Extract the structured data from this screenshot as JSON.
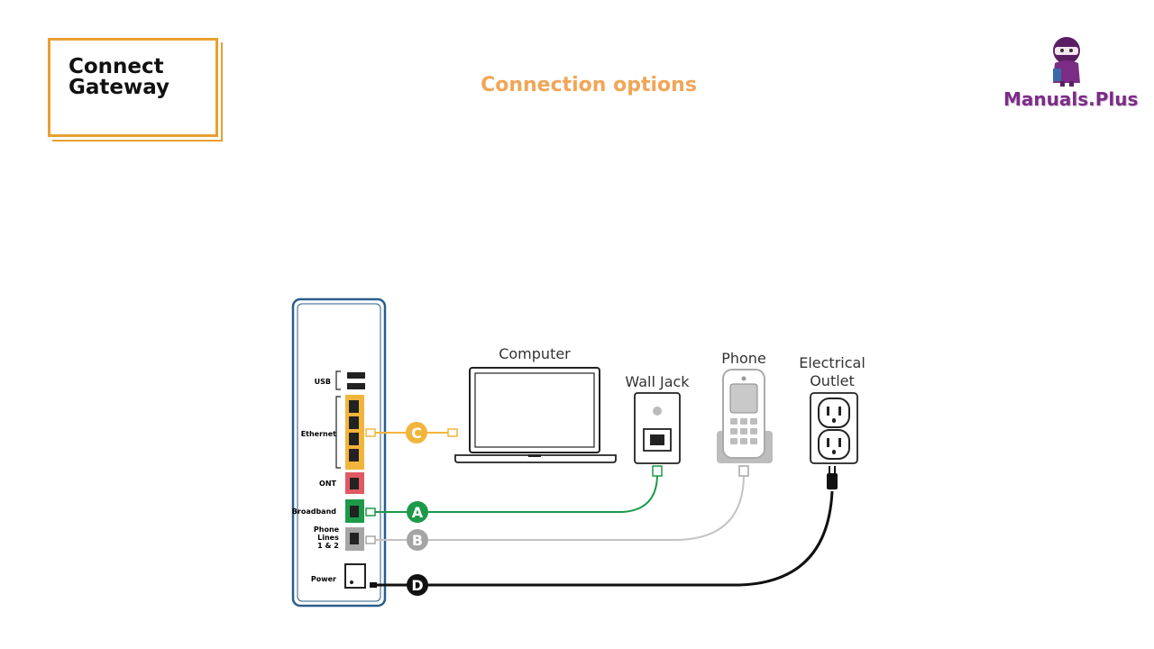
{
  "title_card": {
    "text": "Connect\nGateway"
  },
  "heading": "Connection options",
  "brand": {
    "name": "Manuals.Plus",
    "color": "#7b2d85"
  },
  "gateway": {
    "ports": {
      "usb": "USB",
      "ethernet": "Ethernet",
      "ont": "ONT",
      "broadband": "Broadband",
      "phone_lines": [
        "Phone",
        "Lines",
        "1 & 2"
      ],
      "power": "Power"
    }
  },
  "devices": {
    "computer": "Computer",
    "wall_jack": "Wall Jack",
    "phone": "Phone",
    "electrical_outlet": [
      "Electrical",
      "Outlet"
    ]
  },
  "connections": [
    {
      "letter": "A",
      "from": "Broadband",
      "to": "Wall Jack",
      "color": "#1c9a4a"
    },
    {
      "letter": "B",
      "from": "Phone Lines 1 & 2",
      "to": "Phone",
      "color": "#a5a5a5"
    },
    {
      "letter": "C",
      "from": "Ethernet",
      "to": "Computer",
      "color": "#f2b53c"
    },
    {
      "letter": "D",
      "from": "Power",
      "to": "Electrical Outlet",
      "color": "#111111"
    }
  ],
  "colors": {
    "accent": "#e8a030",
    "heading": "#f0a657",
    "gateway_border": "#2b5d8a"
  }
}
